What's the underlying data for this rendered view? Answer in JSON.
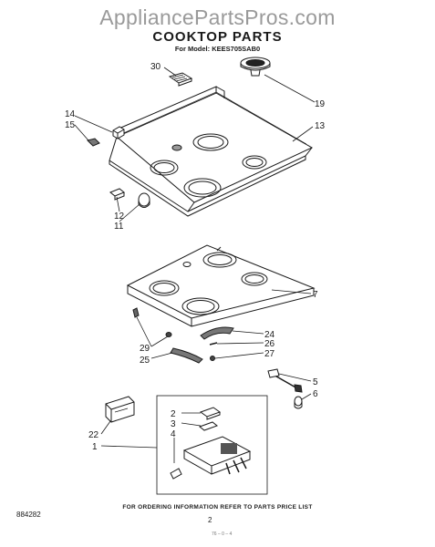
{
  "watermark": "AppliancePartsPros.com",
  "title": "COOKTOP PARTS",
  "subtitle": "For Model: KEES705SAB0",
  "footer_note": "FOR ORDERING INFORMATION REFER TO PARTS PRICE LIST",
  "doc_number": "884282",
  "page_number": "2",
  "scan_mark": "76 – 0 – 4",
  "callouts": {
    "c30": "30",
    "c19": "19",
    "c14": "14",
    "c15": "15",
    "c13": "13",
    "c12": "12",
    "c11": "11",
    "c7": "7",
    "c24": "24",
    "c26": "26",
    "c27": "27",
    "c29": "29",
    "c25": "25",
    "c5": "5",
    "c6": "6",
    "c2": "2",
    "c3": "3",
    "c4": "4",
    "c22": "22",
    "c1": "1"
  }
}
